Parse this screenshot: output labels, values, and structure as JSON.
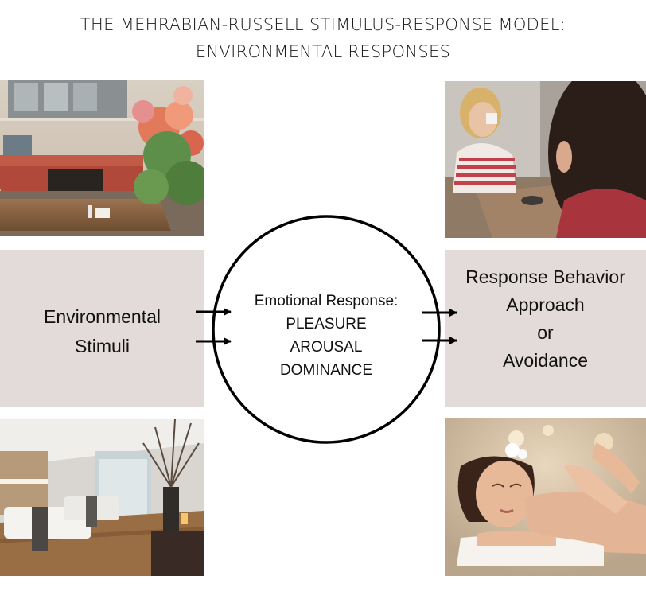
{
  "title": {
    "line1": "THE MEHRABIAN-RUSSELL STIMULUS-RESPONSE MODEL:",
    "line2": "ENVIRONMENTAL RESPONSES"
  },
  "stimuli": {
    "line1": "Environmental",
    "line2": "Stimuli"
  },
  "emotional_response": {
    "heading": "Emotional Response:",
    "items": [
      "PLEASURE",
      "AROUSAL",
      "DOMINANCE"
    ]
  },
  "response_behavior": {
    "heading": "Response Behavior",
    "line2": "Approach",
    "line3": "or",
    "line4": "Avoidance"
  },
  "colors": {
    "panel": "#e3dbd9",
    "stroke": "#000000",
    "text": "#111111"
  },
  "icons": [
    "arrow-right-icon"
  ]
}
